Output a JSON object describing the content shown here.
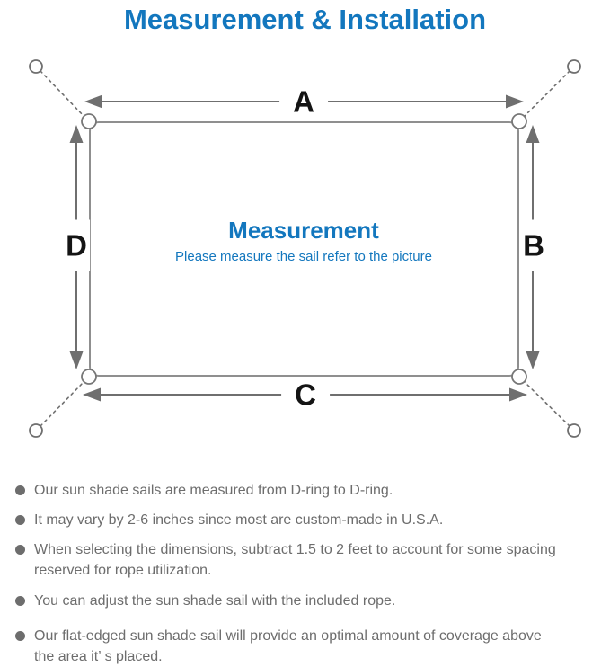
{
  "title": "Measurement & Installation",
  "colors": {
    "accent_blue": "#1377be",
    "line_gray": "#6f6f6f",
    "outline_gray": "#8f8f8f",
    "text_gray": "#6d6d6d",
    "label_black": "#141414"
  },
  "diagram": {
    "labels": {
      "top": "A",
      "right": "B",
      "bottom": "C",
      "left": "D"
    },
    "center_heading": "Measurement",
    "center_caption": "Please measure the sail refer to the picture"
  },
  "notes": {
    "items": [
      {
        "lines": [
          "Our sun shade sails are measured from D-ring to D-ring."
        ]
      },
      {
        "lines": [
          "It may vary by 2-6 inches since most are custom-made in U.S.A."
        ]
      },
      {
        "lines": [
          "When selecting the dimensions, subtract 1.5 to 2 feet to account for some spacing",
          "reserved for rope utilization."
        ]
      },
      {
        "lines": [
          "You can adjust the sun shade sail with the included rope."
        ]
      },
      {
        "lines": [
          "Our flat-edged sun shade sail will provide an optimal amount of coverage above",
          "the area it’ s placed."
        ]
      }
    ]
  }
}
